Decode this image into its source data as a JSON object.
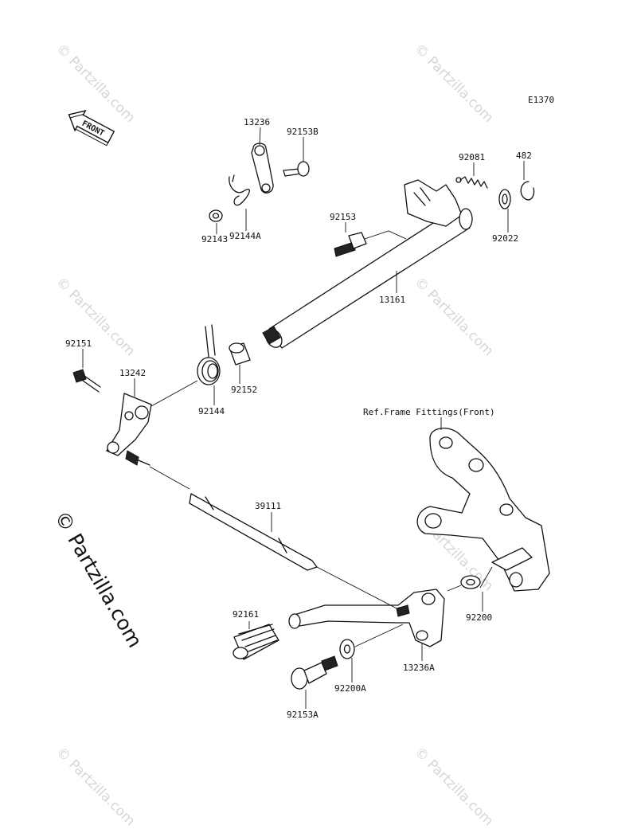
{
  "diagram": {
    "code": "E1370",
    "front_label": "FRONT",
    "ref_note": "Ref.Frame Fittings(Front)",
    "watermark": "© Partzilla.com",
    "watermark_side": "© Partzilla.com",
    "parts": [
      {
        "id": "13236"
      },
      {
        "id": "92153B"
      },
      {
        "id": "92143"
      },
      {
        "id": "92144A"
      },
      {
        "id": "92081"
      },
      {
        "id": "482"
      },
      {
        "id": "92022"
      },
      {
        "id": "92153"
      },
      {
        "id": "13161"
      },
      {
        "id": "92151"
      },
      {
        "id": "13242"
      },
      {
        "id": "92144"
      },
      {
        "id": "92152"
      },
      {
        "id": "39111"
      },
      {
        "id": "92200"
      },
      {
        "id": "92161"
      },
      {
        "id": "13236A"
      },
      {
        "id": "92200A"
      },
      {
        "id": "92153A"
      }
    ]
  }
}
